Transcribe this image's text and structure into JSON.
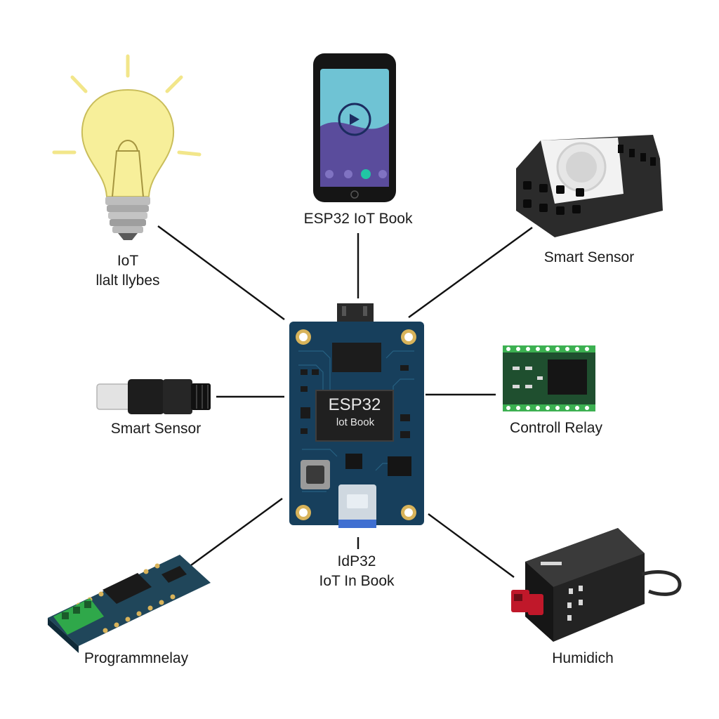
{
  "labels": {
    "bulb_line1": "IoT",
    "bulb_line2": "llalt llybes",
    "phone": "ESP32 IoT Book",
    "top_right_sensor": "Smart Sensor",
    "left_sensor": "Smart Sensor",
    "relay": "Controll Relay",
    "board_bottom_line1": "IdP32",
    "board_bottom_line2": "IoT In Book",
    "programmer": "Programmnelay",
    "humidity": "Humidich"
  },
  "chip": {
    "line1": "ESP32",
    "line2": "lot Book"
  },
  "icons": {
    "bulb": "light-bulb-icon",
    "phone": "smartphone-icon",
    "sensor": "sensor-module-icon",
    "connector": "cable-connector-icon",
    "relay": "relay-module-icon",
    "programmer": "programmer-board-icon",
    "humidity": "humidity-sensor-icon",
    "board": "esp32-board-icon"
  },
  "colors": {
    "pcb_blue": "#173f5c",
    "pcb_green": "#1f4f2f",
    "bulb_yellow": "#f7ef9a",
    "line": "#111111",
    "terminal_green": "#2fa84a",
    "pad_gold": "#d8b35a"
  }
}
